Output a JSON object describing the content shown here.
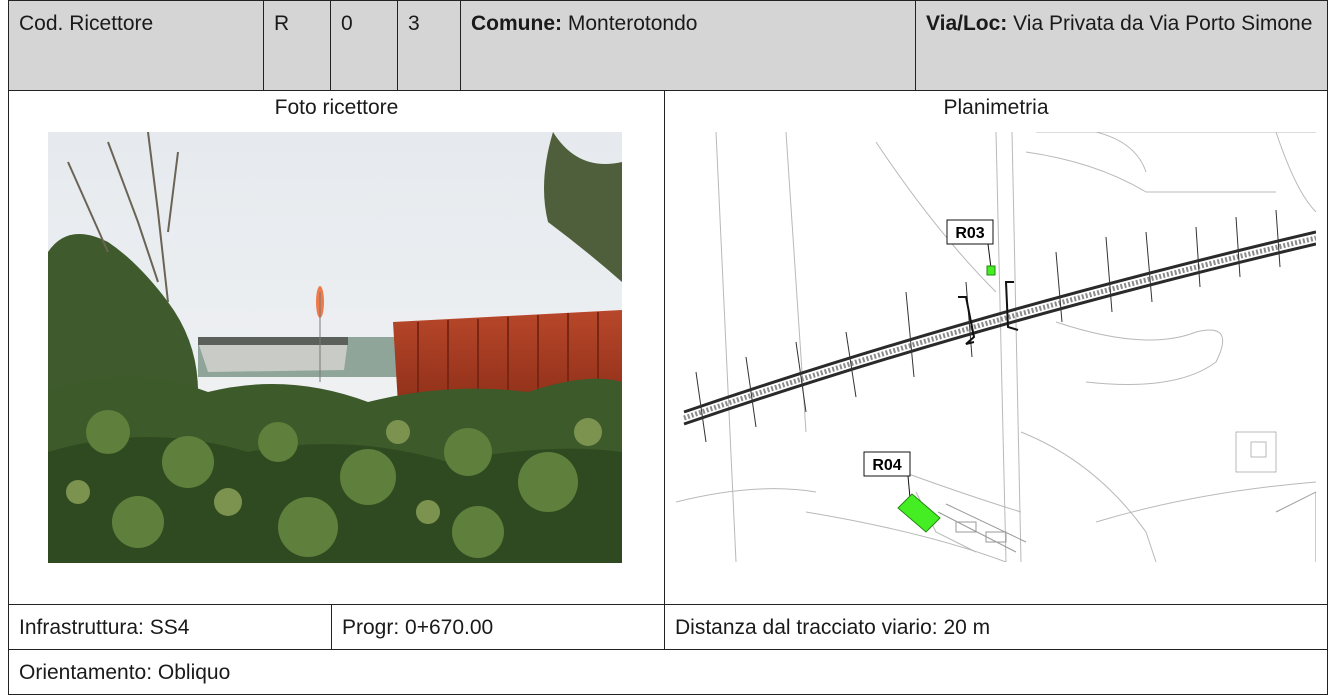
{
  "header": {
    "cod_label": "Cod. Ricettore",
    "code_chars": [
      "R",
      "0",
      "3"
    ],
    "comune_label": "Comune:",
    "comune_value": "Monterotondo",
    "via_label": "Via/Loc:",
    "via_value": "Via Privata da Via Porto Simone"
  },
  "photo": {
    "title": "Foto ricettore"
  },
  "map": {
    "title": "Planimetria",
    "labels": [
      "R03",
      "R04"
    ]
  },
  "footer": {
    "infrastruttura": "Infrastruttura: SS4",
    "progr": "Progr: 0+670.00",
    "distanza": "Distanza dal tracciato viario: 20 m",
    "orientamento": "Orientamento: Obliquo"
  },
  "colors": {
    "header_bg": "#d5d5d5",
    "receiver_green": "#44ee22"
  }
}
